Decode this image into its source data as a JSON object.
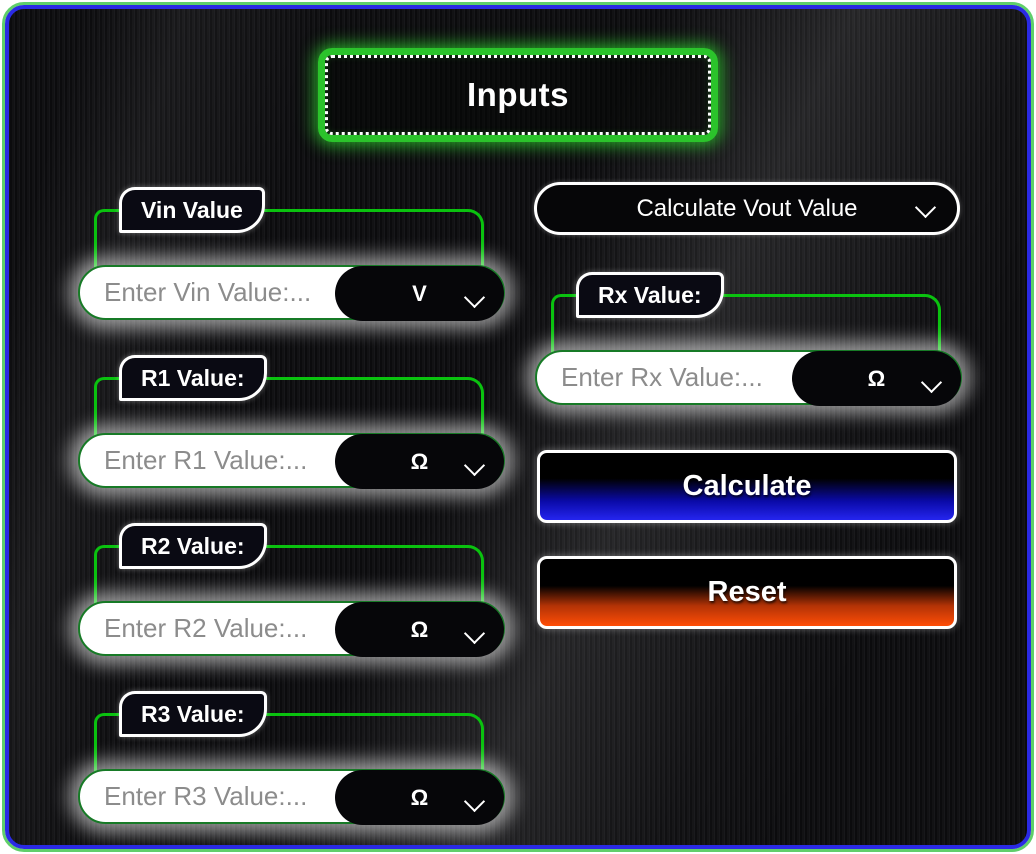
{
  "title": {
    "text": "Inputs"
  },
  "mode_select": {
    "value": "Calculate Vout Value"
  },
  "fields": [
    {
      "label": "Vin Value",
      "placeholder": "Enter Vin Value:...",
      "unit": "V"
    },
    {
      "label": "R1 Value:",
      "placeholder": "Enter R1 Value:...",
      "unit": "Ω"
    },
    {
      "label": "R2 Value:",
      "placeholder": "Enter R2 Value:...",
      "unit": "Ω"
    },
    {
      "label": "R3 Value:",
      "placeholder": "Enter R3 Value:...",
      "unit": "Ω"
    },
    {
      "label": "Rx Value:",
      "placeholder": "Enter Rx Value:...",
      "unit": "Ω"
    }
  ],
  "buttons": {
    "calculate": "Calculate",
    "reset": "Reset"
  },
  "colors": {
    "frame_blue": "#2a2ae4",
    "frame_green": "#5fcf6a",
    "wire_green": "#0ac20f",
    "title_green": "#2bc32b",
    "input_border_green": "#177a26",
    "calculate_blue": "#2525ef",
    "reset_orange": "#ff4d06"
  }
}
